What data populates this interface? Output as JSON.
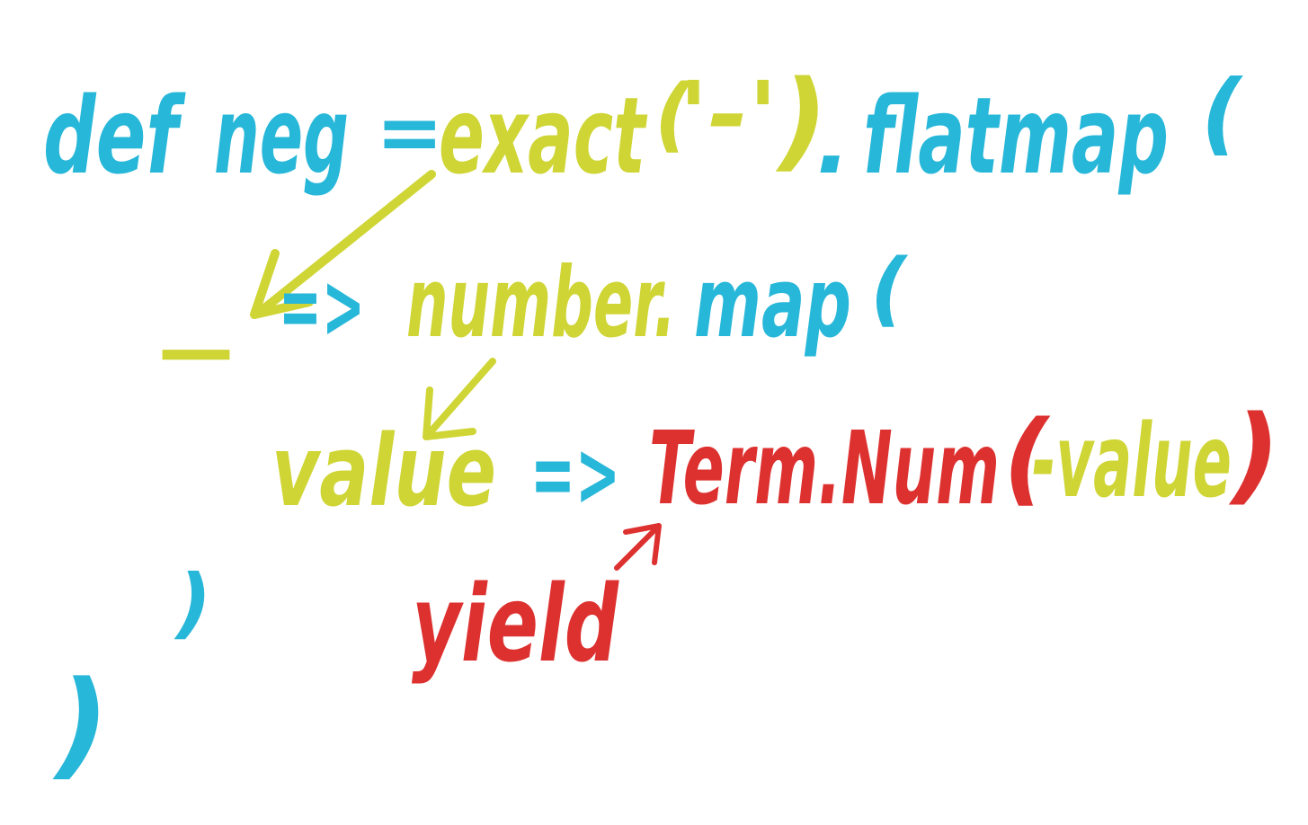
{
  "colors": {
    "blue": "#27B7D9",
    "yellow": "#CFD534",
    "red": "#DD3130",
    "background": "#FFFFFF"
  },
  "line1": {
    "def": "def",
    "neg": "neg",
    "equals": "=",
    "exact": "exact",
    "open_paren": "(",
    "literal": "'-'",
    "close_paren": ")",
    "dot": ".",
    "flatmap": "flatmap",
    "flatmap_open": "("
  },
  "line2": {
    "underscore": "_",
    "arrow": "=>",
    "number_map": "number.",
    "map": "map",
    "map_open": "("
  },
  "line3": {
    "value": "value",
    "arrow": "=>",
    "term_num": "Term.Num",
    "open_paren": "(",
    "minus_value": "-value",
    "close_paren": ")"
  },
  "line4": {
    "inner_close": ")"
  },
  "line5": {
    "outer_close": ")"
  },
  "annotation": {
    "yield": "yield"
  }
}
